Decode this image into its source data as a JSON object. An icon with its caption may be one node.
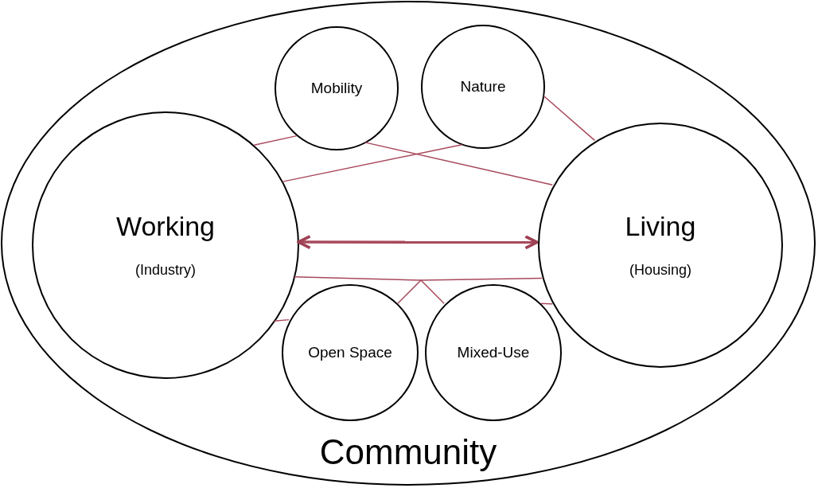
{
  "diagram": {
    "nodes": [
      {
        "text": [
          "Community"
        ]
      },
      {
        "text": [
          "Mobility"
        ],
        "in": 0
      },
      {
        "text": [
          "Nature"
        ],
        "in": 0
      },
      {
        "text": [
          "Working",
          "(Industry)"
        ],
        "in": 0
      },
      {
        "text": [
          "Living",
          "(Housing)"
        ],
        "in": 0
      },
      {
        "text": [
          "Open Space"
        ],
        "in": 0
      },
      {
        "text": [
          "Mixed-Use"
        ],
        "in": 0
      }
    ],
    "edges": [
      {
        "from": 3,
        "to": 1,
        "arrow": "none"
      },
      {
        "from": 1,
        "to": 4,
        "arrow": "none"
      },
      {
        "from": 2,
        "to": 4,
        "arrow": "none"
      },
      {
        "from": 3,
        "to": 2,
        "arrow": "none"
      },
      {
        "from": 3,
        "to": 6,
        "arrow": "none"
      },
      {
        "from": 4,
        "to": 5,
        "arrow": "none"
      },
      {
        "from": 3,
        "to": 5,
        "arrow": "none"
      },
      {
        "from": 4,
        "to": 6,
        "arrow": "none"
      },
      {
        "from": 3,
        "to": 4,
        "arrow": "both",
        "style": "thick"
      }
    ]
  }
}
